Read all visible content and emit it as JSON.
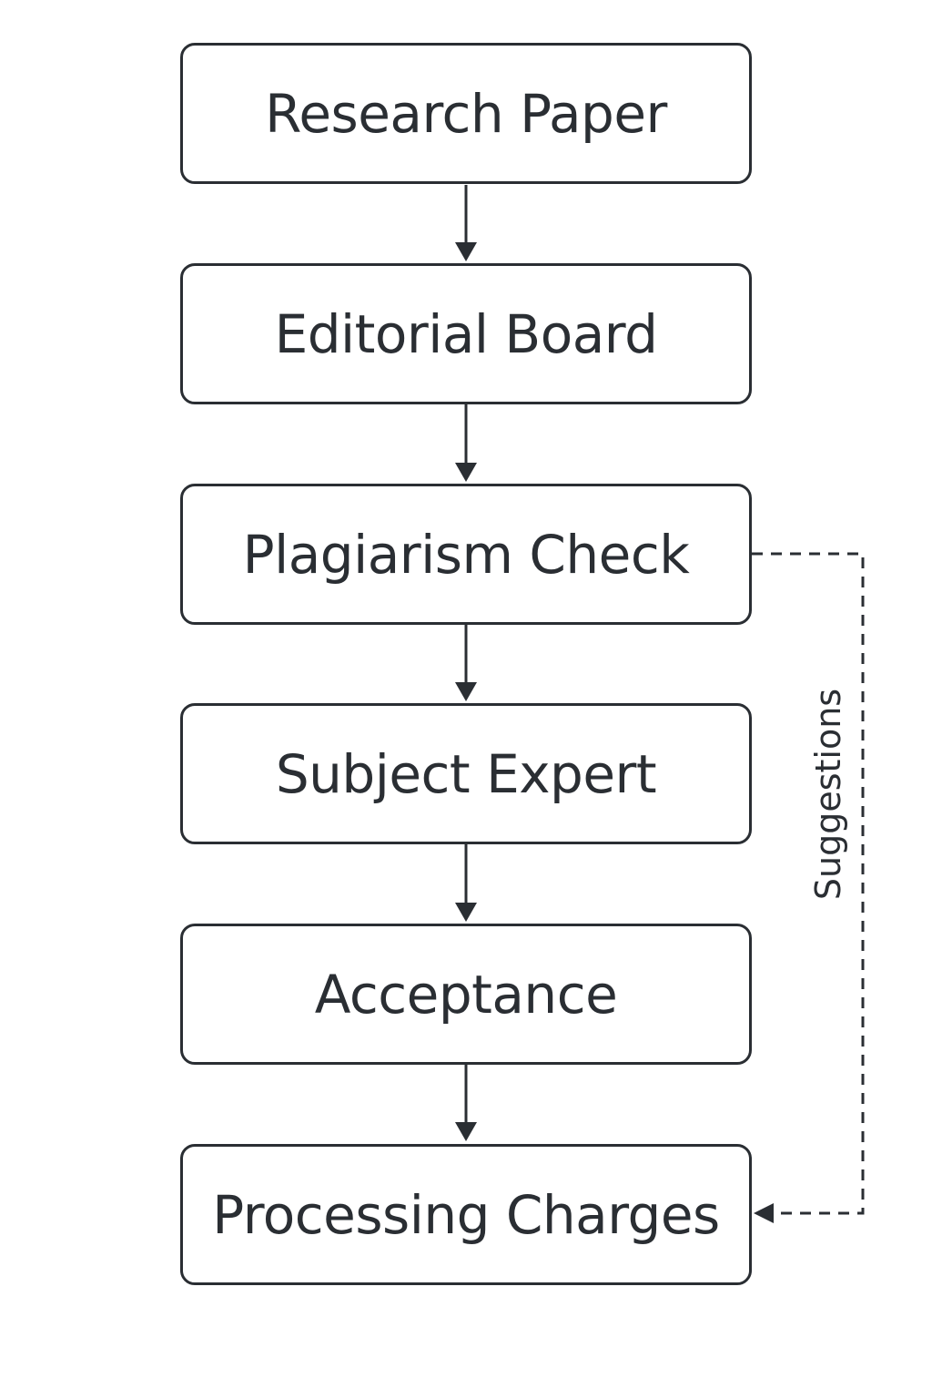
{
  "diagram": {
    "nodes": [
      {
        "id": "research-paper",
        "label": "Research Paper"
      },
      {
        "id": "editorial-board",
        "label": "Editorial Board"
      },
      {
        "id": "plagiarism-check",
        "label": "Plagiarism Check"
      },
      {
        "id": "subject-expert",
        "label": "Subject Expert"
      },
      {
        "id": "acceptance",
        "label": "Acceptance"
      },
      {
        "id": "processing-charges",
        "label": "Processing Charges"
      }
    ],
    "edges": [
      {
        "from": "research-paper",
        "to": "editorial-board",
        "style": "solid"
      },
      {
        "from": "editorial-board",
        "to": "plagiarism-check",
        "style": "solid"
      },
      {
        "from": "plagiarism-check",
        "to": "subject-expert",
        "style": "solid"
      },
      {
        "from": "subject-expert",
        "to": "acceptance",
        "style": "solid"
      },
      {
        "from": "acceptance",
        "to": "processing-charges",
        "style": "solid"
      },
      {
        "from": "plagiarism-check",
        "to": "processing-charges",
        "style": "dashed",
        "label": "Suggestions"
      }
    ],
    "colors": {
      "stroke": "#2a2e33",
      "background": "#ffffff"
    }
  }
}
